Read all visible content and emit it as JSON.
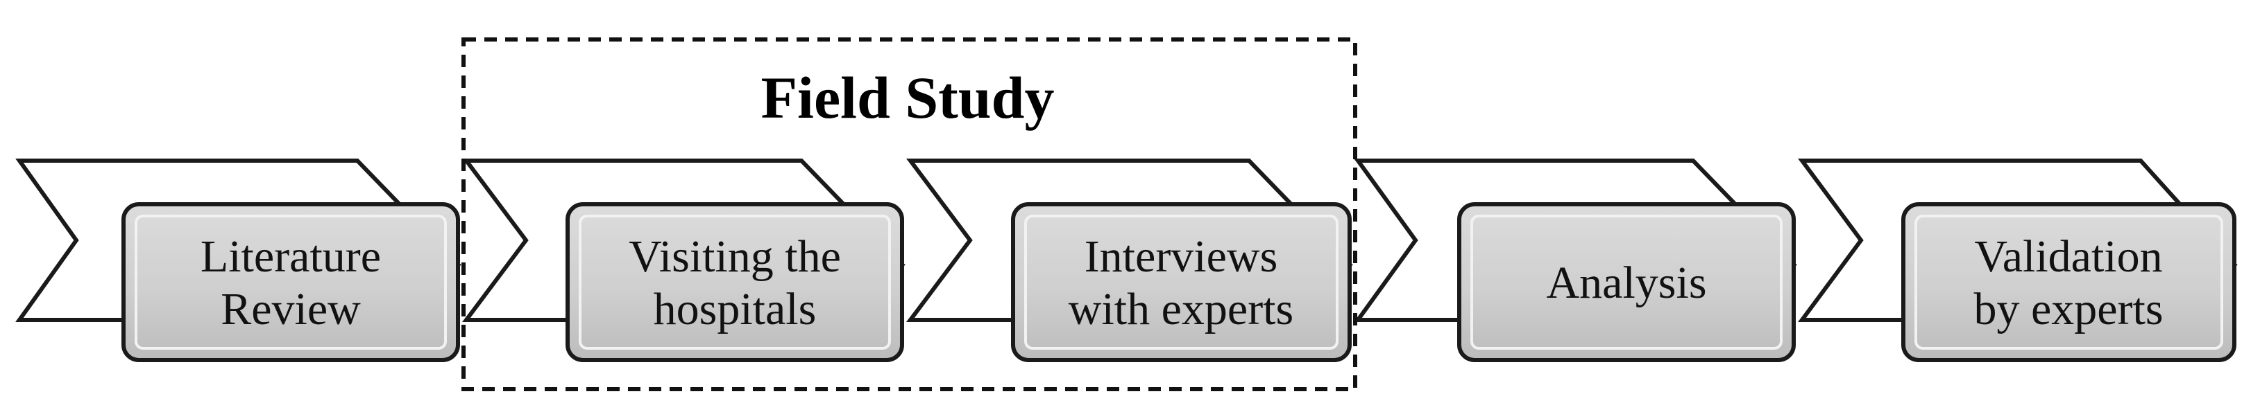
{
  "diagram": {
    "type": "process-flow",
    "group": {
      "title": "Field Study"
    },
    "steps": [
      {
        "id": "literature-review",
        "lines": [
          "Literature",
          "Review"
        ]
      },
      {
        "id": "visiting-hospitals",
        "lines": [
          "Visiting the",
          "hospitals"
        ]
      },
      {
        "id": "interviews-experts",
        "lines": [
          "Interviews",
          "with experts"
        ]
      },
      {
        "id": "analysis",
        "lines": [
          "Analysis"
        ]
      },
      {
        "id": "validation-experts",
        "lines": [
          "Validation",
          "by experts"
        ]
      }
    ],
    "colors": {
      "box_fill_light": "#d9d9d9",
      "box_fill_dark": "#bdbdbd",
      "stroke": "#1a1a1a"
    }
  }
}
